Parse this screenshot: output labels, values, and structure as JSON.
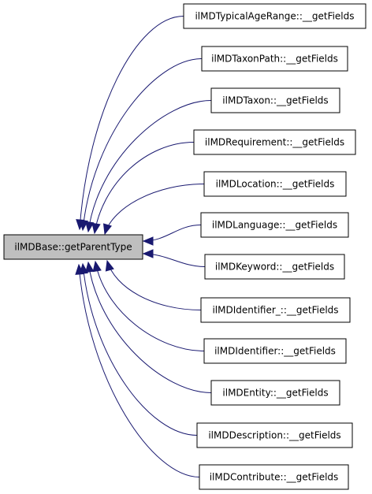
{
  "diagram": {
    "root": {
      "label": "ilMDBase::getParentType"
    },
    "children": [
      {
        "label": "ilMDTypicalAgeRange::__getFields"
      },
      {
        "label": "ilMDTaxonPath::__getFields"
      },
      {
        "label": "ilMDTaxon::__getFields"
      },
      {
        "label": "ilMDRequirement::__getFields"
      },
      {
        "label": "ilMDLocation::__getFields"
      },
      {
        "label": "ilMDLanguage::__getFields"
      },
      {
        "label": "ilMDKeyword::__getFields"
      },
      {
        "label": "ilMDIdentifier_::__getFields"
      },
      {
        "label": "ilMDIdentifier::__getFields"
      },
      {
        "label": "ilMDEntity::__getFields"
      },
      {
        "label": "ilMDDescription::__getFields"
      },
      {
        "label": "ilMDContribute::__getFields"
      }
    ],
    "colors": {
      "edge": "#191970",
      "root_fill": "#bfbfbf",
      "node_fill": "#ffffff",
      "border": "#000000"
    }
  }
}
